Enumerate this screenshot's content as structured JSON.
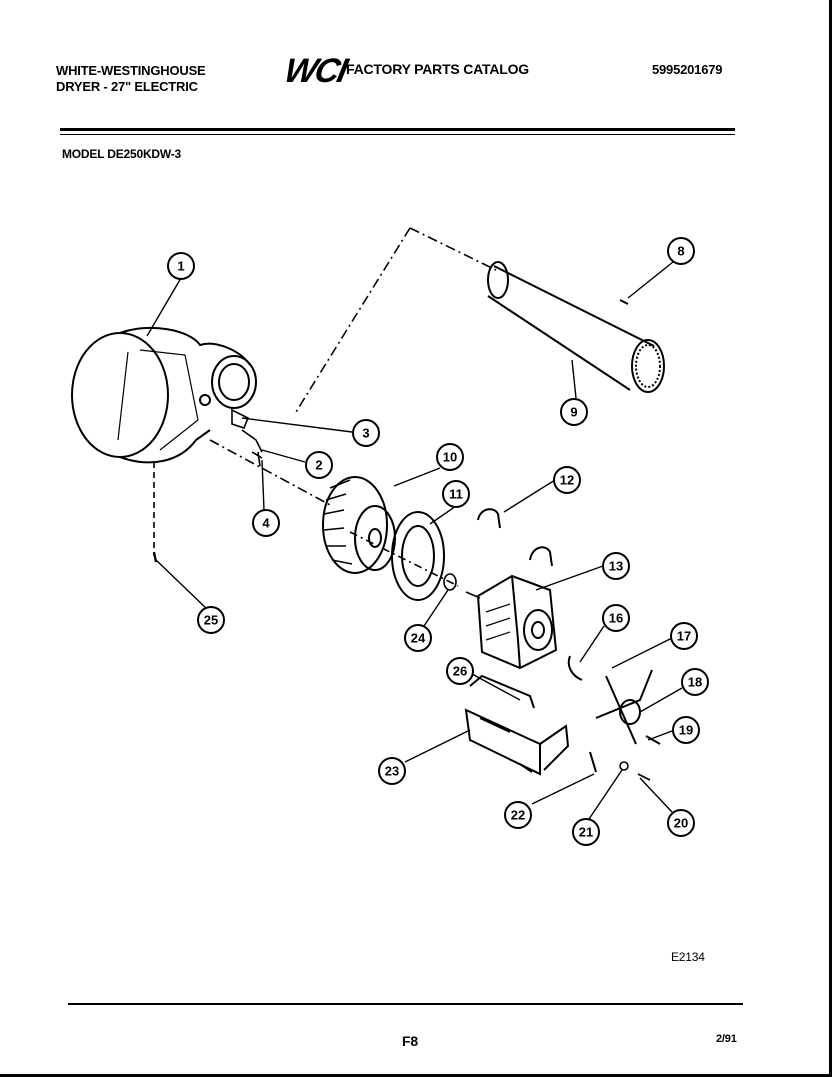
{
  "header": {
    "brand_line1": "WHITE-WESTINGHOUSE",
    "brand_line2": "DRYER - 27\" ELECTRIC",
    "logo_text": "WCI",
    "catalog_title": "FACTORY PARTS CATALOG",
    "catalog_number": "5995201679"
  },
  "model_label": "MODEL DE250KDW-3",
  "diagram_code": "E2134",
  "footer": {
    "page": "F8",
    "date": "2/91"
  },
  "callouts": [
    "1",
    "2",
    "3",
    "4",
    "8",
    "9",
    "10",
    "11",
    "12",
    "13",
    "16",
    "17",
    "18",
    "19",
    "20",
    "21",
    "22",
    "23",
    "24",
    "25",
    "26"
  ],
  "colors": {
    "ink": "#000000",
    "paper": "#ffffff"
  }
}
